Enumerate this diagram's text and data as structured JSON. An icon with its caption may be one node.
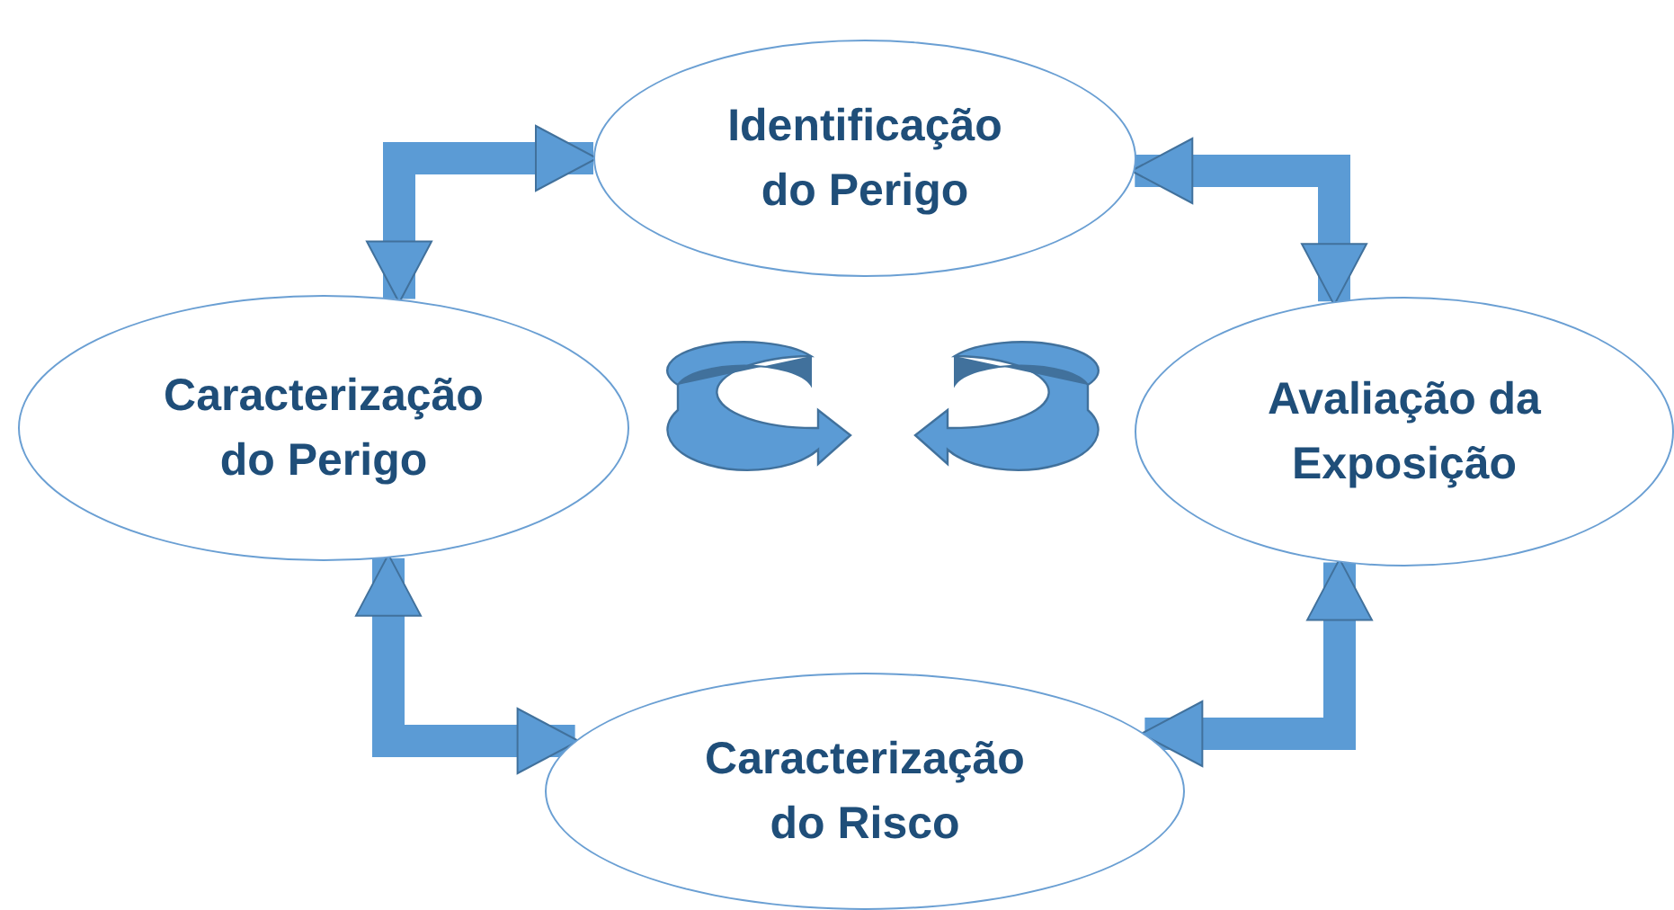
{
  "diagram": {
    "nodes": [
      {
        "text": [
          "Identificação do Perigo"
        ]
      },
      {
        "text": [
          "Caracterização do Perigo"
        ]
      },
      {
        "text": [
          "Avaliação da Exposição"
        ]
      },
      {
        "text": [
          "Caracterização do Risco"
        ]
      }
    ],
    "edges": [
      {
        "from": 1,
        "to": 0,
        "arrow": "both"
      },
      {
        "from": 0,
        "to": 2,
        "arrow": "both"
      },
      {
        "from": 1,
        "to": 3,
        "arrow": "both"
      },
      {
        "from": 2,
        "to": 3,
        "arrow": "both"
      }
    ]
  }
}
